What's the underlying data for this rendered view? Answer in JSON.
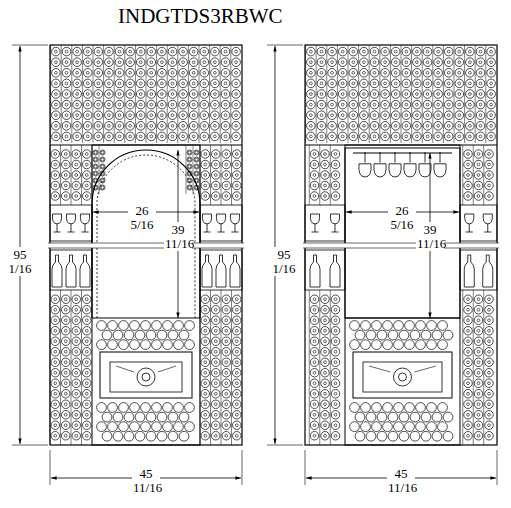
{
  "diagram": {
    "title": "INDGTDS3RBWC",
    "labels": [
      "95 1/16",
      "26 5/16",
      "39 11/16",
      "45 11/16",
      "95 1/16",
      "26 5/16",
      "39 11/16",
      "45 11/16"
    ]
  }
}
